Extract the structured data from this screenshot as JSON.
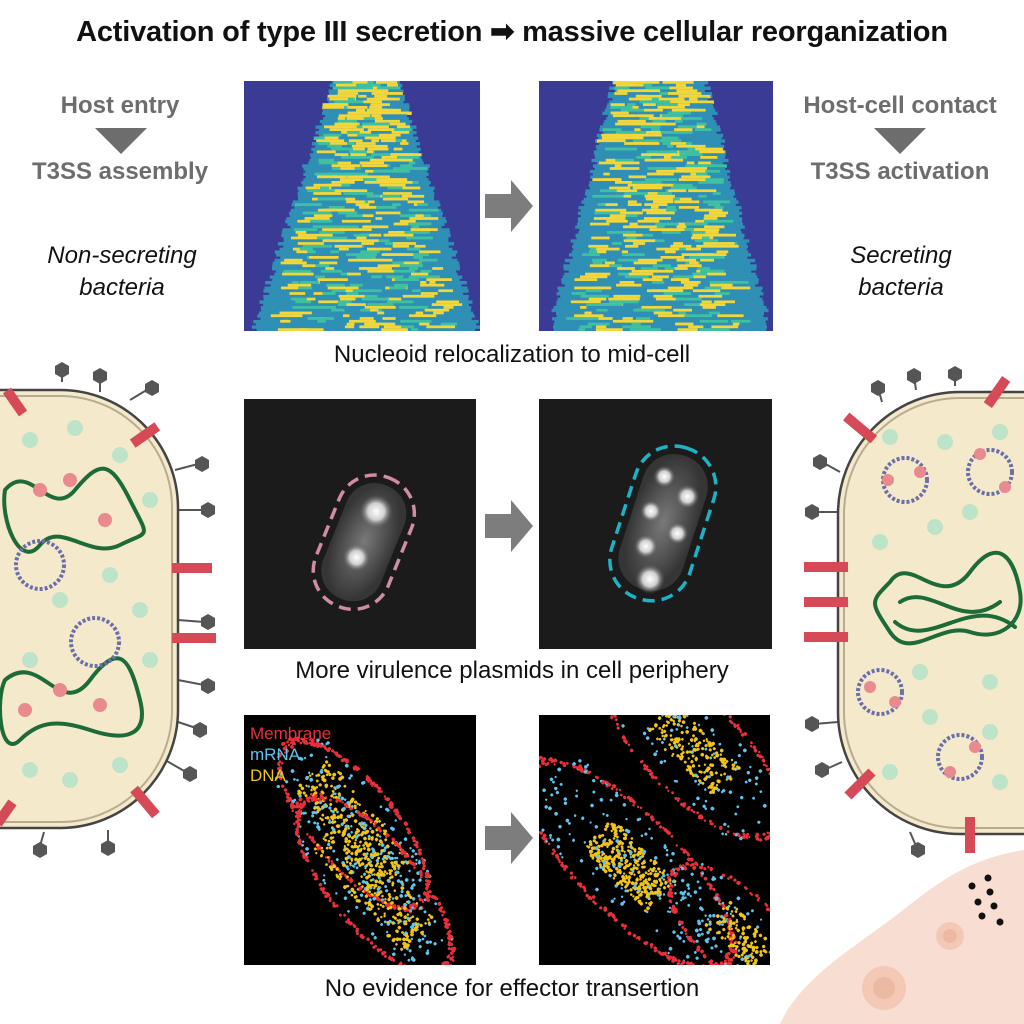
{
  "title": "Activation of type III secretion ➡ massive cellular reorganization",
  "left": {
    "step1": "Host entry",
    "step2": "T3SS assembly",
    "state_line1": "Non-secreting",
    "state_line2": "bacteria"
  },
  "right": {
    "step1": "Host-cell contact",
    "step2": "T3SS activation",
    "state_line1": "Secreting",
    "state_line2": "bacteria"
  },
  "captions": {
    "row1": "Nucleoid relocalization to mid-cell",
    "row2": "More virulence plasmids in cell periphery",
    "row3": "No evidence for effector transertion"
  },
  "legend": {
    "membrane": "Membrane",
    "mrna": "mRNA",
    "dna": "DNA"
  },
  "colors": {
    "arrow_gray": "#7d7d7d",
    "heatmap_bg": "#3a3b94",
    "heatmap_hot": "#f2d63a",
    "heatmap_mid": "#35a8b8",
    "outline_pink": "#cf8da4",
    "outline_cyan": "#1fb1c4",
    "membrane_red": "#e8303a",
    "mrna_cyan": "#5ec4ef",
    "dna_yellow": "#f0c419",
    "cell_fill": "#f5e9cc",
    "t3ss_red": "#d54a56",
    "host_cell_pink": "#f7ddd2"
  }
}
